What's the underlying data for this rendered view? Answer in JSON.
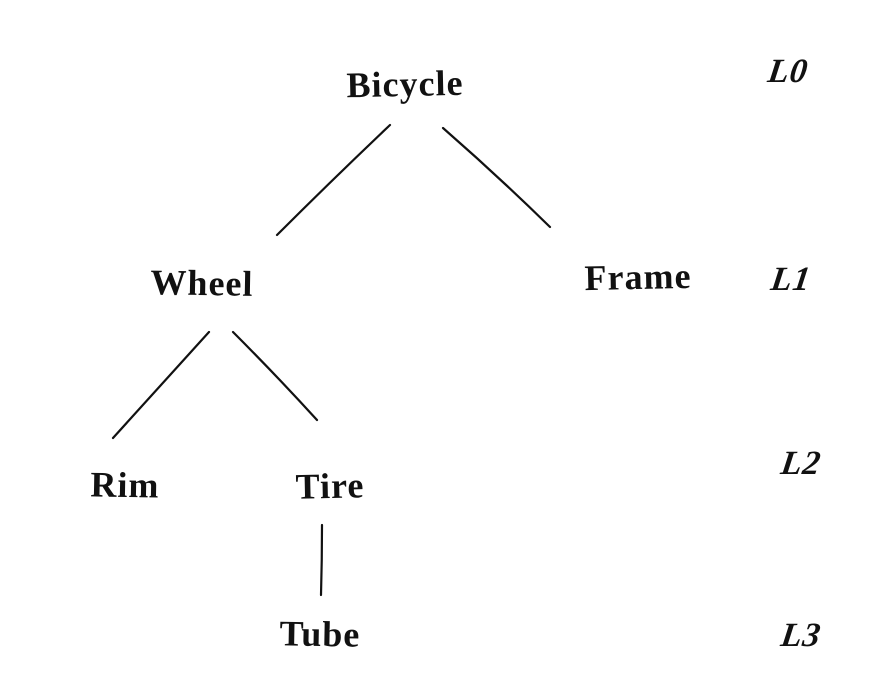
{
  "diagram": {
    "type": "tree",
    "style": "hand-drawn",
    "background_color": "#ffffff",
    "ink_color": "#111111",
    "nodes": [
      {
        "id": "bicycle",
        "label": "Bicycle",
        "level": "L0"
      },
      {
        "id": "wheel",
        "label": "Wheel",
        "level": "L1"
      },
      {
        "id": "frame",
        "label": "Frame",
        "level": "L1"
      },
      {
        "id": "rim",
        "label": "Rim",
        "level": "L2"
      },
      {
        "id": "tire",
        "label": "Tire",
        "level": "L2"
      },
      {
        "id": "tube",
        "label": "Tube",
        "level": "L3"
      }
    ],
    "edges": [
      {
        "from": "Bicycle",
        "to": "Wheel"
      },
      {
        "from": "Bicycle",
        "to": "Frame"
      },
      {
        "from": "Wheel",
        "to": "Rim"
      },
      {
        "from": "Wheel",
        "to": "Tire"
      },
      {
        "from": "Tire",
        "to": "Tube"
      }
    ],
    "level_labels": [
      {
        "label": "L0"
      },
      {
        "label": "L1"
      },
      {
        "label": "L2"
      },
      {
        "label": "L3"
      }
    ]
  }
}
